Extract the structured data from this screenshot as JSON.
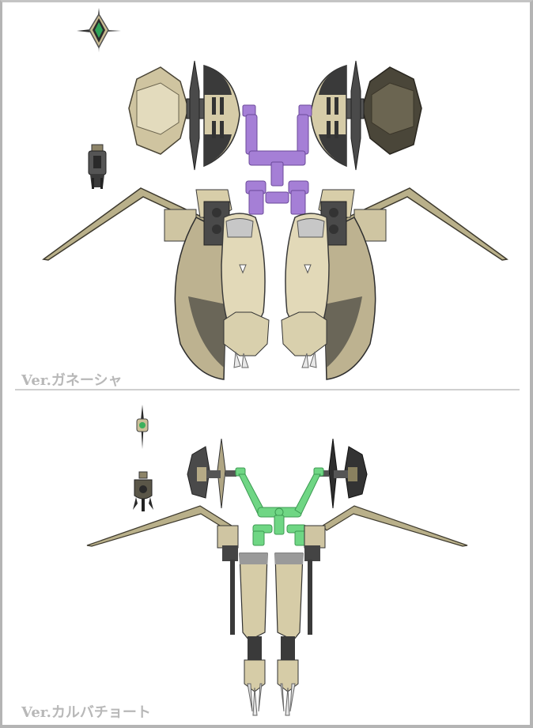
{
  "sheet": {
    "versions": [
      {
        "label": "Ver.ガネーシャ",
        "accent_part": "frame-connector",
        "accent_color": "#a57fd6",
        "armor_color": "#d9cfae",
        "dark_color": "#3c3c3c"
      },
      {
        "label": "Ver.カルバチョート",
        "accent_part": "frame-connector",
        "accent_color": "#6fd684",
        "armor_color": "#d9cfae",
        "dark_color": "#3c3c3c"
      }
    ]
  }
}
